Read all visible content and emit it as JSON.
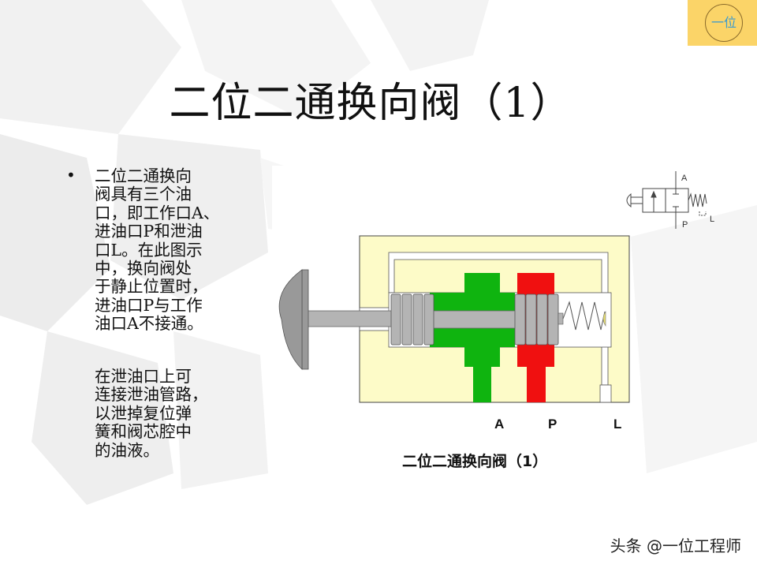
{
  "slide": {
    "title": "二位二通换向阀（1）",
    "bullet_symbol": "•",
    "paragraph1_lines": [
      "二位二通换向",
      "阀具有三个油",
      "口，即工作口A、",
      "进油口P和泄油",
      "口L。在此图示",
      "中，换向阀处",
      "于静止位置时，",
      "进油口P与工作",
      "油口A不接通。"
    ],
    "paragraph2_lines": [
      "在泄油口上可",
      "连接泄油管路，",
      "以泄掉复位弹",
      "簧和阀芯腔中",
      "的油液。"
    ]
  },
  "badge": {
    "text": "一位",
    "color": "#fbd468"
  },
  "diagram": {
    "port_labels": {
      "a": "A",
      "p": "P",
      "l": "L"
    },
    "symbol_labels": {
      "a": "A",
      "p": "P",
      "l": "L"
    },
    "caption": "二位二通换向阀（1）",
    "colors": {
      "body": "#fdfbc8",
      "port_a": "#0fb40f",
      "port_p": "#f01010",
      "spool": "#b4b4b4"
    }
  },
  "watermark": "头条 @一位工程师"
}
